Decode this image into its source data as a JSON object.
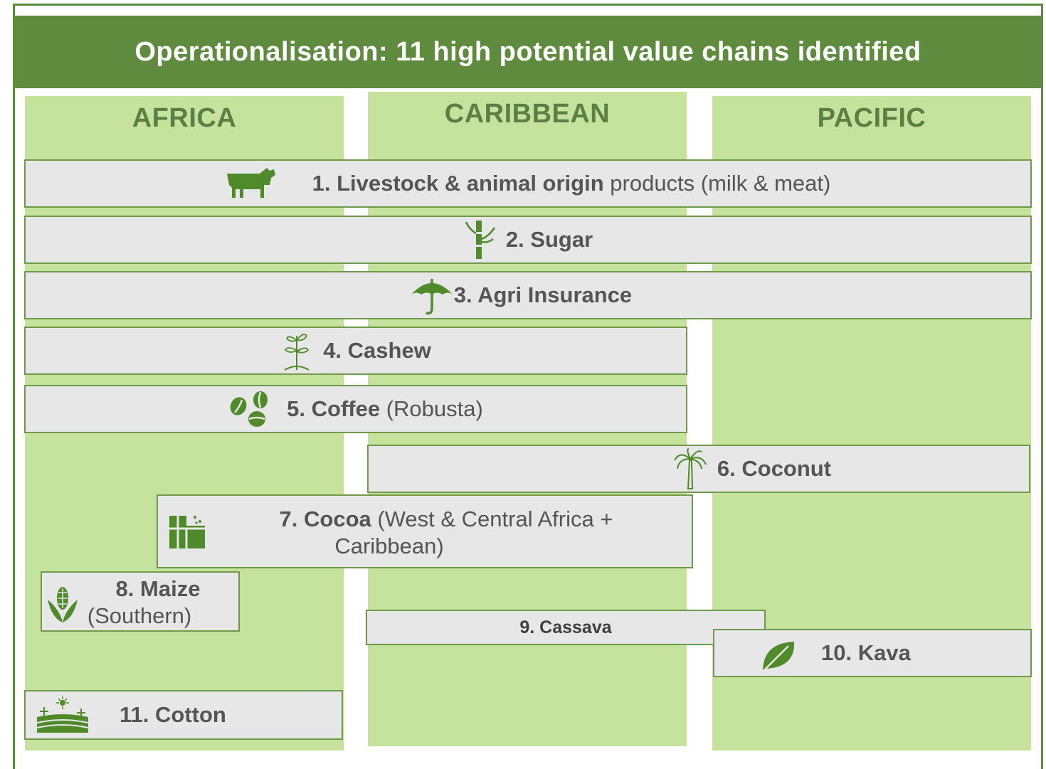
{
  "title": "Operationalisation: 11 high potential value chains identified",
  "regions": [
    "AFRICA",
    "CARIBBEAN",
    "PACIFIC"
  ],
  "colors": {
    "header_bg": "#5e8b3d",
    "column_bg": "#c5e39c",
    "bar_bg": "#e7e7e7",
    "bar_border": "#6f9a4c",
    "icon_green": "#4f8a2b"
  },
  "chains": [
    {
      "bold": "1. Livestock & animal origin",
      "normal": " products (milk & meat)",
      "icon": "cow-icon"
    },
    {
      "bold": "2. Sugar",
      "normal": "",
      "icon": "sugarcane-icon"
    },
    {
      "bold": "3. Agri Insurance",
      "normal": "",
      "icon": "umbrella-icon"
    },
    {
      "bold": "4. Cashew",
      "normal": "",
      "icon": "seedling-icon"
    },
    {
      "bold": "5. Coffee",
      "normal": " (Robusta)",
      "icon": "coffee-beans-icon"
    },
    {
      "bold": "6. Coconut",
      "normal": "",
      "icon": "palm-tree-icon"
    },
    {
      "bold": "7. Cocoa",
      "normal": " (West & Central Africa +",
      "normal2": "Caribbean)",
      "icon": "chocolate-icon"
    },
    {
      "bold": "8. Maize",
      "normal": "(Southern)",
      "icon": "corn-icon"
    },
    {
      "bold": "9. Cassava",
      "normal": "",
      "icon": ""
    },
    {
      "bold": "10. Kava",
      "normal": "",
      "icon": "leaf-icon"
    },
    {
      "bold": "11. Cotton",
      "normal": "",
      "icon": "field-icon"
    }
  ]
}
